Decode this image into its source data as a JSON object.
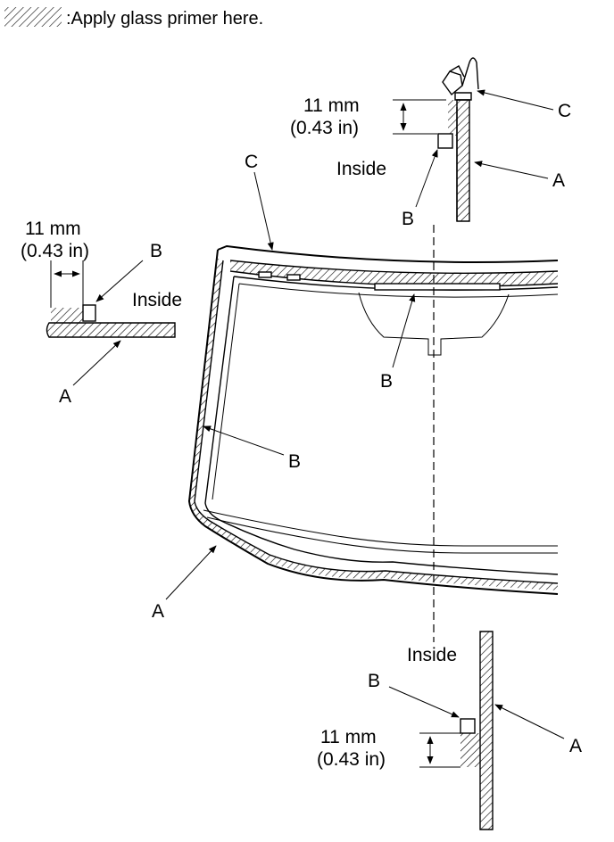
{
  "legend": {
    "text": ":Apply glass primer here.",
    "swatch_icon": "hatch-swatch-icon"
  },
  "labels": {
    "a": "A",
    "b": "B",
    "c": "C",
    "inside": "Inside",
    "dim_mm": "11 mm",
    "dim_in": "(0.43 in)"
  },
  "colors": {
    "line": "#000000",
    "background": "#ffffff"
  }
}
